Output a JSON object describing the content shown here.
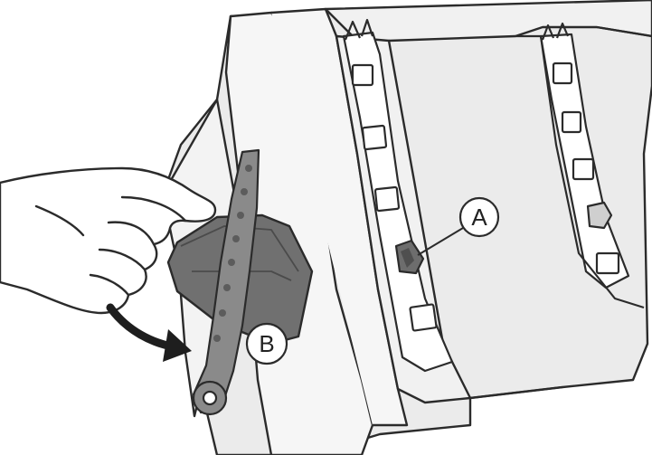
{
  "callouts": {
    "a": {
      "label": "A",
      "icon": "adjuster-button"
    },
    "b": {
      "label": "B",
      "icon": "release-strap"
    }
  },
  "colors": {
    "outline": "#2b2b2b",
    "shell_fill": "#ebebeb",
    "panel_fill": "#f6f6f6",
    "dark_part": "#707070",
    "strap_fill": "#8a8a8a",
    "arrow": "#1e1e1e",
    "background": "#ffffff"
  }
}
